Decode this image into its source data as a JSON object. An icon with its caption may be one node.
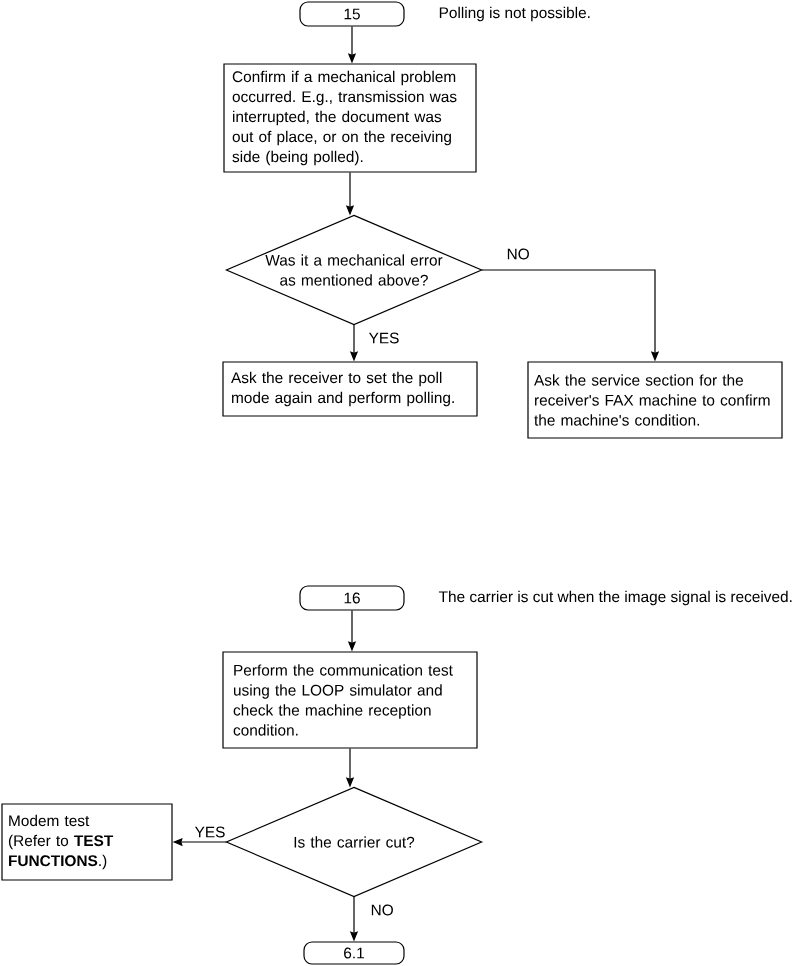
{
  "diagram": {
    "nodes": [
      {
        "text": [
          "15"
        ],
        "beside": [
          "Polling is not possible."
        ]
      },
      {
        "text": [
          "Confirm if a mechanical problem occurred. E.g., transmission was interrupted, the document was out of place, or on the receiving side (being polled)."
        ]
      },
      {
        "text": [
          "Was it a mechanical error as mentioned above?"
        ]
      },
      {
        "text": [
          "Ask the receiver to set the poll mode again and perform polling."
        ]
      },
      {
        "text": [
          "Ask the service section for the receiver's FAX machine to confirm the machine's condition."
        ]
      },
      {
        "text": [
          "16"
        ],
        "beside": [
          "The carrier is cut when the image signal is received."
        ]
      },
      {
        "text": [
          "Perform the communication test using the LOOP simulator and check the machine reception condition."
        ]
      },
      {
        "text": [
          "Is the carrier cut?"
        ]
      },
      {
        "text": [
          "Modem test (Refer to **TEST FUNCTIONS**.)"
        ]
      },
      {
        "text": [
          "6.1"
        ]
      }
    ],
    "edges": [
      {
        "from": 0,
        "to": 1,
        "arrow": "to"
      },
      {
        "from": 1,
        "to": 2,
        "arrow": "to"
      },
      {
        "from": 2,
        "to": 3,
        "arrow": "to",
        "label": "YES"
      },
      {
        "from": 2,
        "to": 4,
        "arrow": "to",
        "label": "NO"
      },
      {
        "from": 5,
        "to": 6,
        "arrow": "to"
      },
      {
        "from": 6,
        "to": 7,
        "arrow": "to"
      },
      {
        "from": 7,
        "to": 8,
        "arrow": "to",
        "label": "YES"
      },
      {
        "from": 7,
        "to": 9,
        "arrow": "to",
        "label": "NO"
      }
    ]
  }
}
